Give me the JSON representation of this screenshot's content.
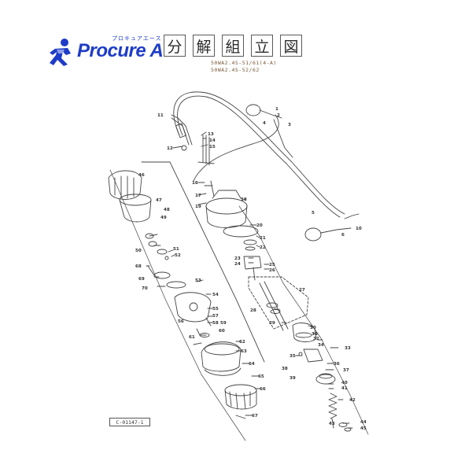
{
  "brand": {
    "name": "Procure A",
    "kana": "プロキュアエース",
    "color": "#1e3cc8"
  },
  "title": {
    "chars": [
      "分",
      "解",
      "組",
      "立",
      "図"
    ]
  },
  "models": [
    "50WA2.4S-51/61(4-A)",
    "50WA2.4S-52/62"
  ],
  "drawing_code": "C-01147-1",
  "part_numbers": [
    "1",
    "2",
    "3",
    "4",
    "5",
    "6",
    "10",
    "11",
    "12",
    "13",
    "14",
    "15",
    "16",
    "17",
    "18",
    "19",
    "20",
    "21",
    "22",
    "23",
    "24",
    "25",
    "26",
    "27",
    "28",
    "29",
    "30",
    "31",
    "32",
    "33",
    "34",
    "35",
    "36",
    "37",
    "38",
    "39",
    "40",
    "41",
    "42",
    "43",
    "44",
    "45",
    "46",
    "47",
    "48",
    "49",
    "50",
    "51",
    "52",
    "53",
    "54",
    "55",
    "56",
    "57",
    "58",
    "59",
    "60",
    "61",
    "62",
    "63",
    "64",
    "65",
    "66",
    "67",
    "68",
    "69",
    "70"
  ]
}
